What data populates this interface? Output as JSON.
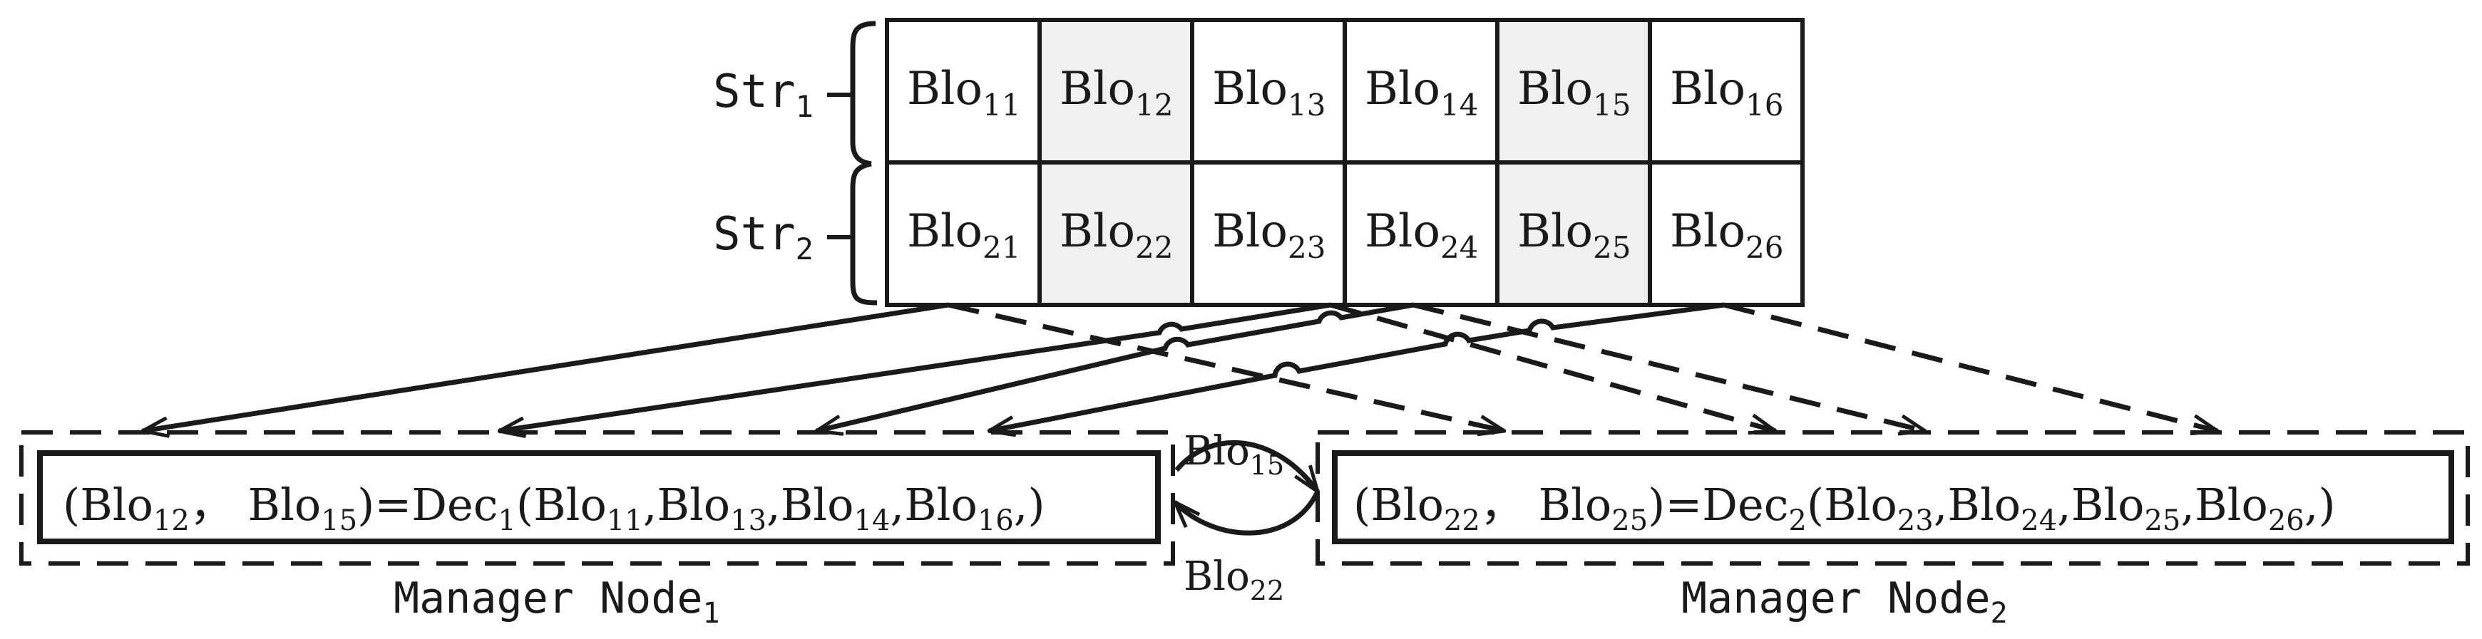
{
  "streams": [
    {
      "base": "Str",
      "sub": "1"
    },
    {
      "base": "Str",
      "sub": "2"
    }
  ],
  "grid": {
    "rows": [
      [
        {
          "base": "Blo",
          "sub": "11",
          "shaded": false
        },
        {
          "base": "Blo",
          "sub": "12",
          "shaded": true
        },
        {
          "base": "Blo",
          "sub": "13",
          "shaded": false
        },
        {
          "base": "Blo",
          "sub": "14",
          "shaded": false
        },
        {
          "base": "Blo",
          "sub": "15",
          "shaded": true
        },
        {
          "base": "Blo",
          "sub": "16",
          "shaded": false
        }
      ],
      [
        {
          "base": "Blo",
          "sub": "21",
          "shaded": false
        },
        {
          "base": "Blo",
          "sub": "22",
          "shaded": true
        },
        {
          "base": "Blo",
          "sub": "23",
          "shaded": false
        },
        {
          "base": "Blo",
          "sub": "24",
          "shaded": false
        },
        {
          "base": "Blo",
          "sub": "25",
          "shaded": true
        },
        {
          "base": "Blo",
          "sub": "26",
          "shaded": false
        }
      ]
    ],
    "shade_color": "#f0f0f0"
  },
  "nodes": [
    {
      "label": {
        "base": "Manager Node",
        "sub": "1"
      },
      "formula": [
        {
          "t": "(Blo"
        },
        {
          "s": "12"
        },
        {
          "t": "， Blo"
        },
        {
          "s": "15"
        },
        {
          "t": ")=Dec"
        },
        {
          "s": "1"
        },
        {
          "t": "(Blo"
        },
        {
          "s": "11"
        },
        {
          "t": ",Blo"
        },
        {
          "s": "13"
        },
        {
          "t": ",Blo"
        },
        {
          "s": "14"
        },
        {
          "t": ",Blo"
        },
        {
          "s": "16"
        },
        {
          "t": ",)"
        }
      ]
    },
    {
      "label": {
        "base": "Manager Node",
        "sub": "2"
      },
      "formula": [
        {
          "t": "(Blo"
        },
        {
          "s": "22"
        },
        {
          "t": "， Blo"
        },
        {
          "s": "25"
        },
        {
          "t": ")=Dec"
        },
        {
          "s": "2"
        },
        {
          "t": "(Blo"
        },
        {
          "s": "23"
        },
        {
          "t": ",Blo"
        },
        {
          "s": "24"
        },
        {
          "t": ",Blo"
        },
        {
          "s": "25"
        },
        {
          "t": ",Blo"
        },
        {
          "s": "26"
        },
        {
          "t": ",)"
        }
      ]
    }
  ],
  "exchange": [
    {
      "base": "Blo",
      "sub": "15"
    },
    {
      "base": "Blo",
      "sub": "22"
    }
  ]
}
